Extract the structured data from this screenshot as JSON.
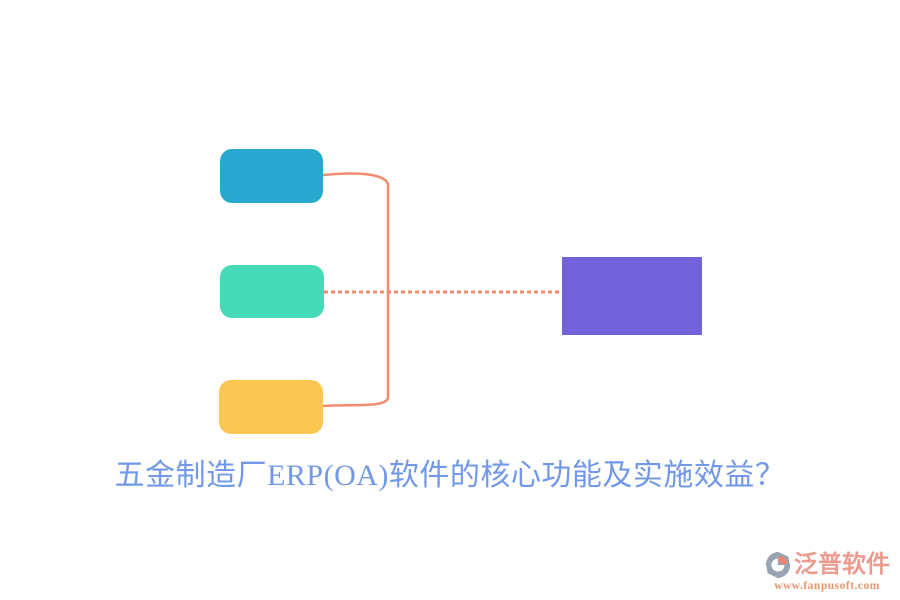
{
  "diagram": {
    "nodes": [
      {
        "id": "branch-top",
        "color": "#27A9CF"
      },
      {
        "id": "branch-middle",
        "color": "#46DAB9"
      },
      {
        "id": "branch-bottom",
        "color": "#FCC751"
      },
      {
        "id": "root-topic",
        "color": "#7162D9"
      }
    ],
    "connector_color": "#F28B70"
  },
  "title": {
    "text": "五金制造厂ERP(OA)软件的核心功能及实施效益？",
    "color": "#7198E9"
  },
  "footer": {
    "brand": "泛普软件",
    "url": "www.fanpusoft.com",
    "brand_color": "#EC9C8F",
    "url_color": "#E5976F",
    "logo_gray": "#98A4B1",
    "logo_accent": "#EA8770"
  }
}
